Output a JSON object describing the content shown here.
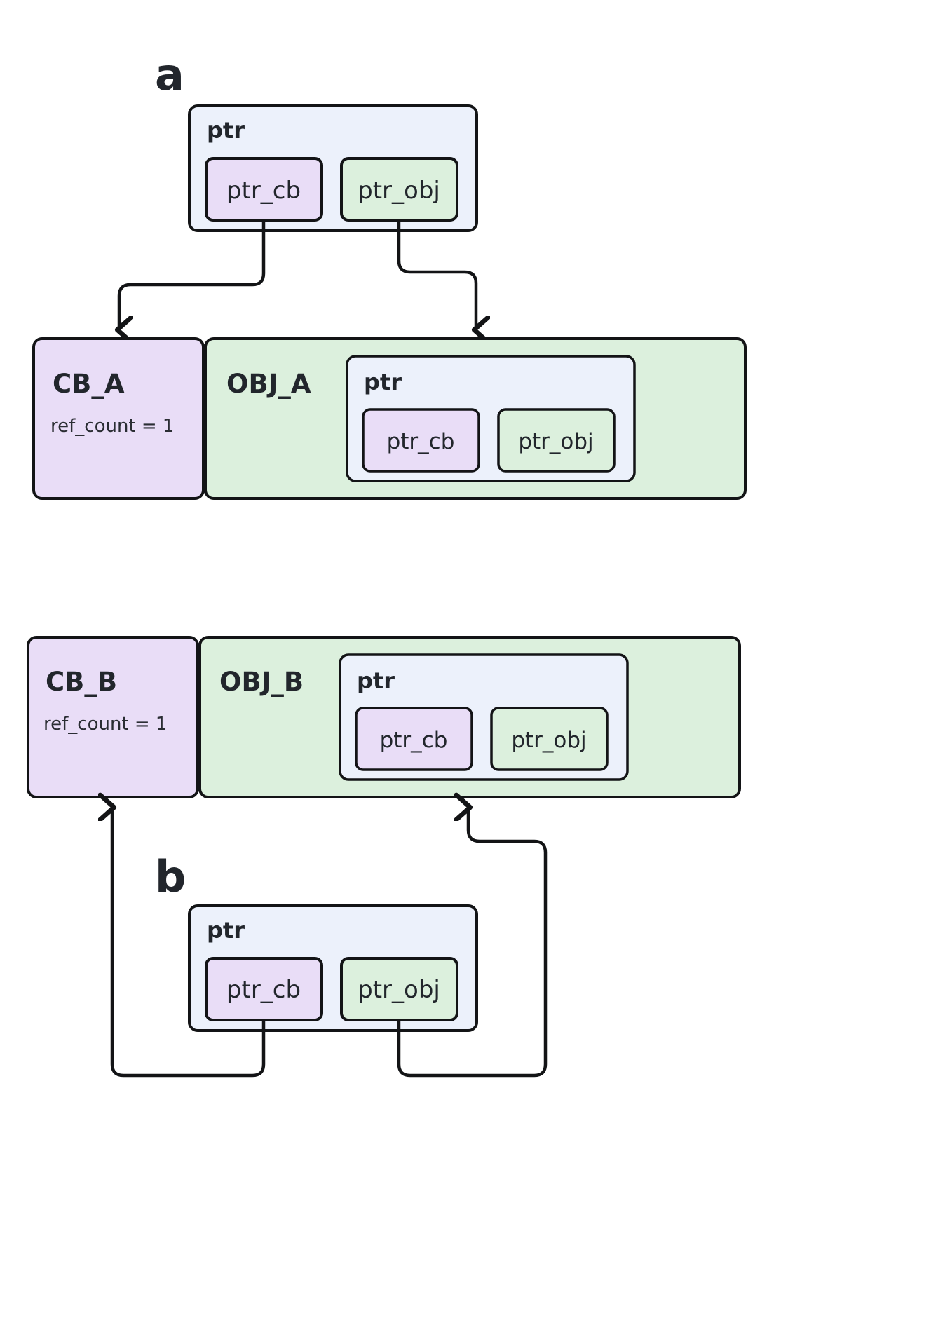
{
  "diagram": {
    "title_a": "a",
    "title_b": "b",
    "labels": {
      "ptr": "ptr",
      "ptr_cb": "ptr_cb",
      "ptr_obj": "ptr_obj",
      "cb_a": "CB_A",
      "cb_b": "CB_B",
      "obj_a": "OBJ_A",
      "obj_b": "OBJ_B",
      "ref_count": "ref_count = 1"
    },
    "colors": {
      "cb_fill": "#e9ddf7",
      "obj_fill": "#dcf0dd",
      "ptr_fill": "#ecf1fb",
      "stroke": "#131416",
      "text": "#22262c"
    },
    "panel_a": {
      "label": "a",
      "outer_ptr": {
        "title": "ptr",
        "slots": [
          "ptr_cb",
          "ptr_obj"
        ]
      },
      "control_block": {
        "title": "CB_A",
        "meta": "ref_count = 1"
      },
      "object": {
        "title": "OBJ_A",
        "inner_ptr": {
          "title": "ptr",
          "slots": [
            "ptr_cb",
            "ptr_obj"
          ]
        }
      },
      "edges": [
        {
          "from": "ptr.ptr_cb",
          "to": "CB_A"
        },
        {
          "from": "ptr.ptr_obj",
          "to": "OBJ_A"
        }
      ]
    },
    "panel_b": {
      "label": "b",
      "control_block": {
        "title": "CB_B",
        "meta": "ref_count = 1"
      },
      "object": {
        "title": "OBJ_B",
        "inner_ptr": {
          "title": "ptr",
          "slots": [
            "ptr_cb",
            "ptr_obj"
          ]
        }
      },
      "outer_ptr": {
        "title": "ptr",
        "slots": [
          "ptr_cb",
          "ptr_obj"
        ]
      },
      "edges": [
        {
          "from": "ptr.ptr_cb",
          "to": "CB_B"
        },
        {
          "from": "ptr.ptr_obj",
          "to": "OBJ_B"
        }
      ]
    }
  }
}
